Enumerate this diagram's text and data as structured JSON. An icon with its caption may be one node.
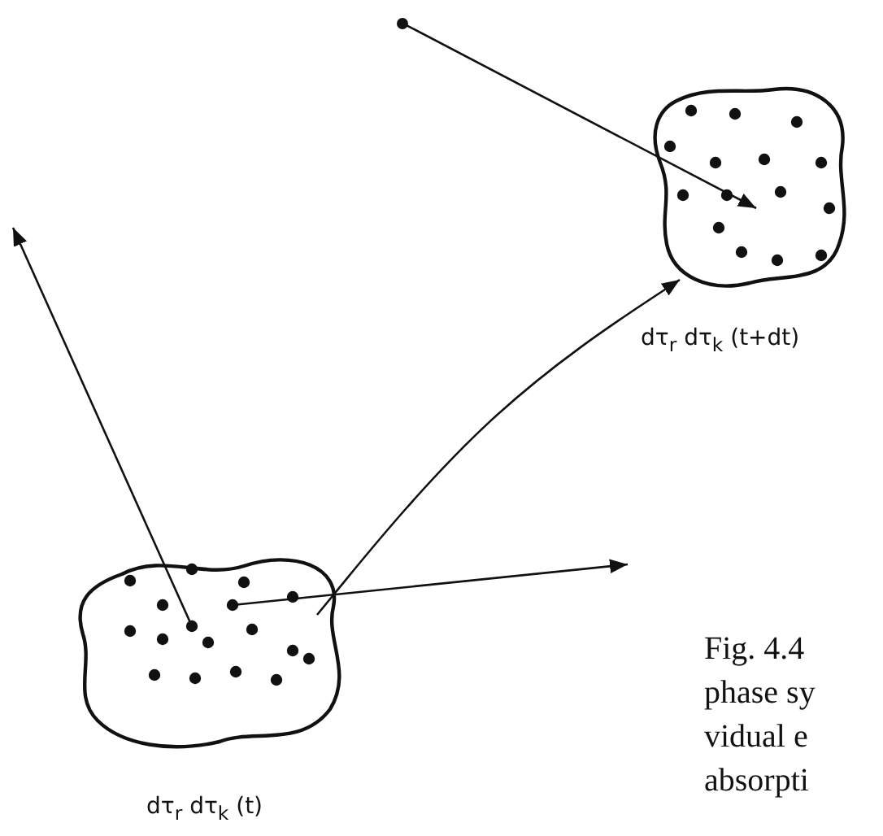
{
  "diagram": {
    "nodes": [
      {
        "text": [
          "dτ$_{r}$ dτ$_{k}$ (t)"
        ]
      },
      {
        "text": [
          "dτ$_{r}$ dτ$_{k}$ (t+dt)"
        ]
      },
      {
        "text": [],
        "shape": "circle"
      }
    ],
    "edges": [
      {
        "from": 0,
        "to": null,
        "arrow": "to"
      },
      {
        "from": 0,
        "to": 1,
        "arrow": "to"
      },
      {
        "from": 0,
        "to": null,
        "arrow": "to"
      },
      {
        "from": 2,
        "to": 1,
        "arrow": "to"
      }
    ],
    "labels": [
      "Fig. 4.4",
      "phase sy",
      "vidual e",
      "absorpti"
    ]
  }
}
